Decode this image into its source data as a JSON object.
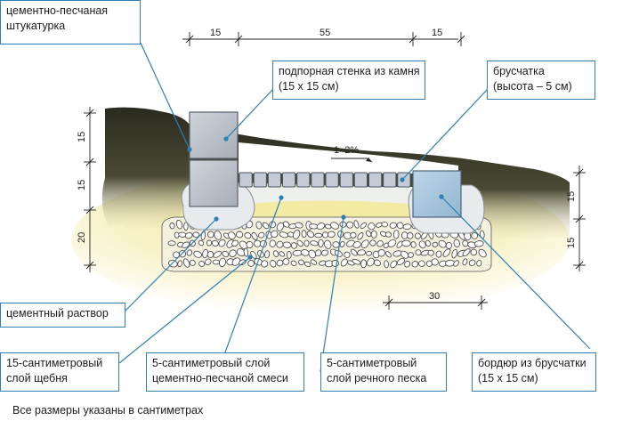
{
  "labels": {
    "plaster": [
      "цементно-песчаная",
      "штукатурка"
    ],
    "retaining_wall": [
      "подпорная стенка из камня",
      "(15 х 15 см)"
    ],
    "paving": [
      "брусчатка",
      "(высота – 5 см)"
    ],
    "mortar": [
      "цементный раствор"
    ],
    "gravel": [
      "15-сантиметровый",
      "слой щебня"
    ],
    "cement_sand": [
      "5-сантиметровый слой",
      "цементно-песчаной смеси"
    ],
    "river_sand": [
      "5-сантиметровый",
      "слой речного песка"
    ],
    "curb": [
      "бордюр из брусчатки",
      "(15 х 15 см)"
    ]
  },
  "dimensions": {
    "top_left": "15",
    "top_middle": "55",
    "top_right": "15",
    "left_upper": "15",
    "left_middle": "15",
    "left_lower": "20",
    "right_upper": "15",
    "right_lower": "15",
    "bottom": "30",
    "slope": "1–2%"
  },
  "footnote": "Все размеры указаны в сантиметрах",
  "colors": {
    "leader": "#2e7fb3",
    "soil": "#2e2f22",
    "sand_bed": "#f6efb6",
    "stone": "#b9c1c9",
    "curb": "#a9c6dc"
  }
}
